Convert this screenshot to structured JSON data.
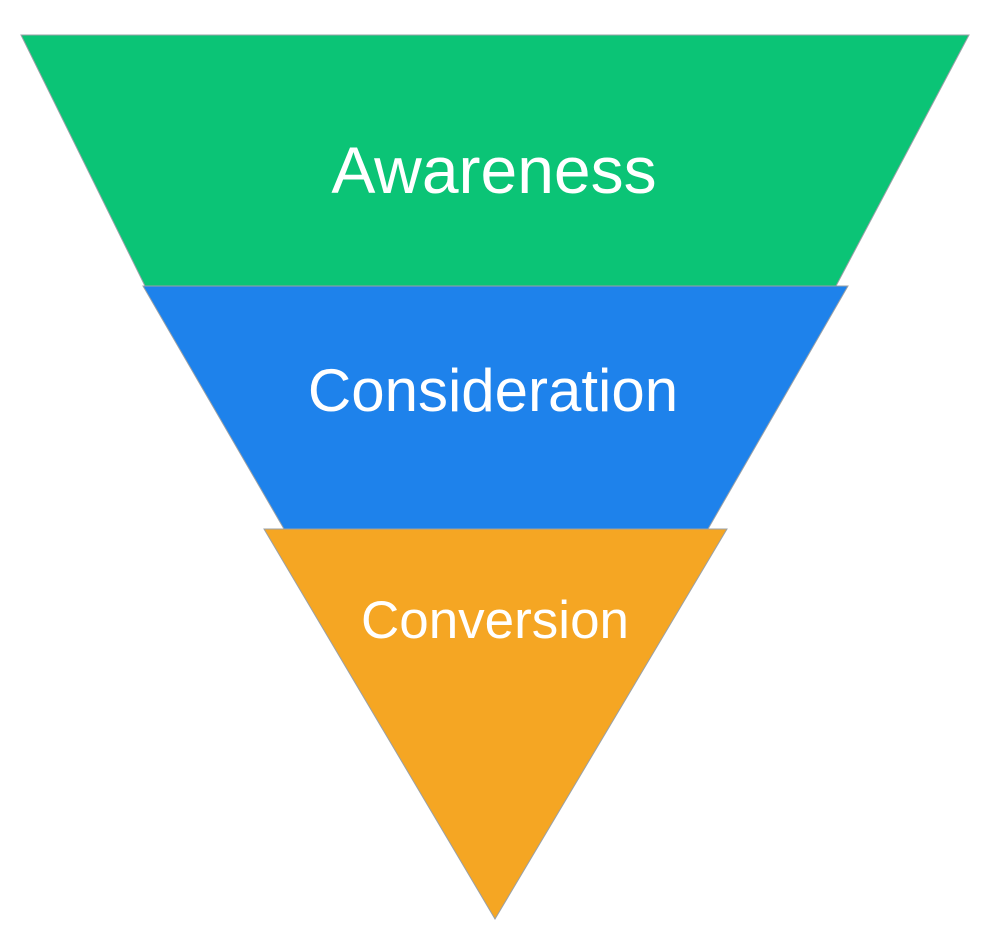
{
  "diagram": {
    "type": "funnel",
    "stages": [
      {
        "label": "Awareness",
        "color": "#0bc476"
      },
      {
        "label": "Consideration",
        "color": "#1e82eb"
      },
      {
        "label": "Conversion",
        "color": "#f5a623"
      }
    ]
  }
}
